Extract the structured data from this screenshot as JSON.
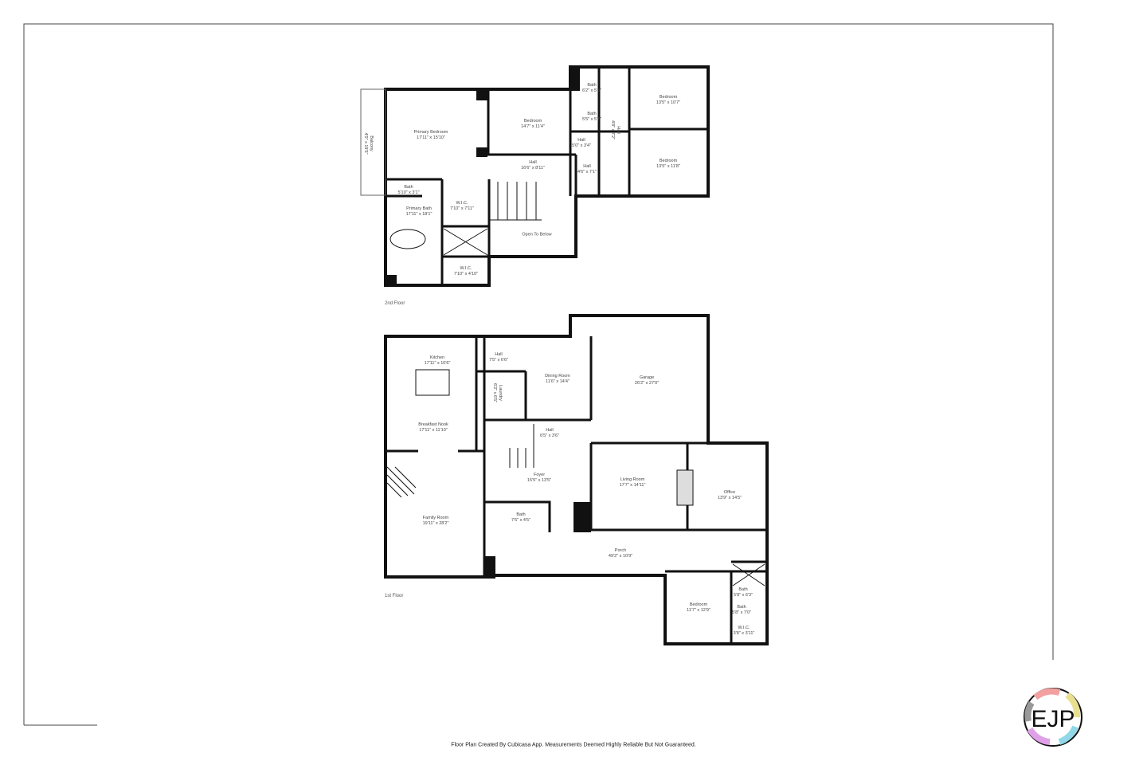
{
  "floors": [
    {
      "label": "2nd Floor",
      "rooms": [
        {
          "name": "Balcony",
          "size": "4'0\" x 19'5\""
        },
        {
          "name": "Primary Bedroom",
          "size": "17'11\" x 15'10\""
        },
        {
          "name": "Bedroom",
          "size": "14'7\" x 11'4\""
        },
        {
          "name": "Bath",
          "size": "6'2\" x 5'3\""
        },
        {
          "name": "Bath",
          "size": "5'5\" x 5'7\""
        },
        {
          "name": "Bedroom",
          "size": "13'5\" x 10'7\""
        },
        {
          "name": "Hall",
          "size": "4'8\" x 7'2\""
        },
        {
          "name": "Hall",
          "size": "5'0\" x 3'4\""
        },
        {
          "name": "Hall",
          "size": "16'6\" x 8'11\""
        },
        {
          "name": "Hall",
          "size": "4'6\" x 7'1\""
        },
        {
          "name": "Bedroom",
          "size": "13'5\" x 11'8\""
        },
        {
          "name": "Bath",
          "size": "5'10\" x 3'1\""
        },
        {
          "name": "Primary Bath",
          "size": "17'11\" x 18'1\""
        },
        {
          "name": "W.I.C.",
          "size": "7'10\" x 7'11\""
        },
        {
          "name": "Open To Below",
          "size": ""
        },
        {
          "name": "W.I.C.",
          "size": "7'10\" x 4'10\""
        }
      ]
    },
    {
      "label": "1st Floor",
      "rooms": [
        {
          "name": "Kitchen",
          "size": "17'11\" x 10'6\""
        },
        {
          "name": "Hall",
          "size": "7'5\" x 6'6\""
        },
        {
          "name": "Laundry",
          "size": "6'2\" x 6'5\""
        },
        {
          "name": "Dining Room",
          "size": "11'6\" x 14'4\""
        },
        {
          "name": "Garage",
          "size": "26'2\" x 27'0\""
        },
        {
          "name": "Breakfast Nook",
          "size": "17'11\" x 11'10\""
        },
        {
          "name": "Hall",
          "size": "6'5\" x 3'6\""
        },
        {
          "name": "Foyer",
          "size": "15'5\" x 13'5\""
        },
        {
          "name": "Living Room",
          "size": "17'7\" x 14'11\""
        },
        {
          "name": "Office",
          "size": "13'9\" x 14'5\""
        },
        {
          "name": "Family Room",
          "size": "19'11\" x 28'2\""
        },
        {
          "name": "Bath",
          "size": "7'6\" x 4'5\""
        },
        {
          "name": "Porch",
          "size": "49'2\" x 10'9\""
        },
        {
          "name": "Bath",
          "size": "5'8\" x 6'3\""
        },
        {
          "name": "Bedroom",
          "size": "11'7\" x 12'9\""
        },
        {
          "name": "Bath",
          "size": "5'8\" x 7'0\""
        },
        {
          "name": "W.I.C.",
          "size": "3'8\" x 3'11\""
        }
      ]
    }
  ],
  "footer": "Floor Plan Created By Cubicasa App. Measurements Deemed Highly Reliable But Not Guaranteed.",
  "logo": {
    "text": "EJP"
  },
  "colors": {
    "wall": "#111111",
    "background": "#ffffff"
  }
}
